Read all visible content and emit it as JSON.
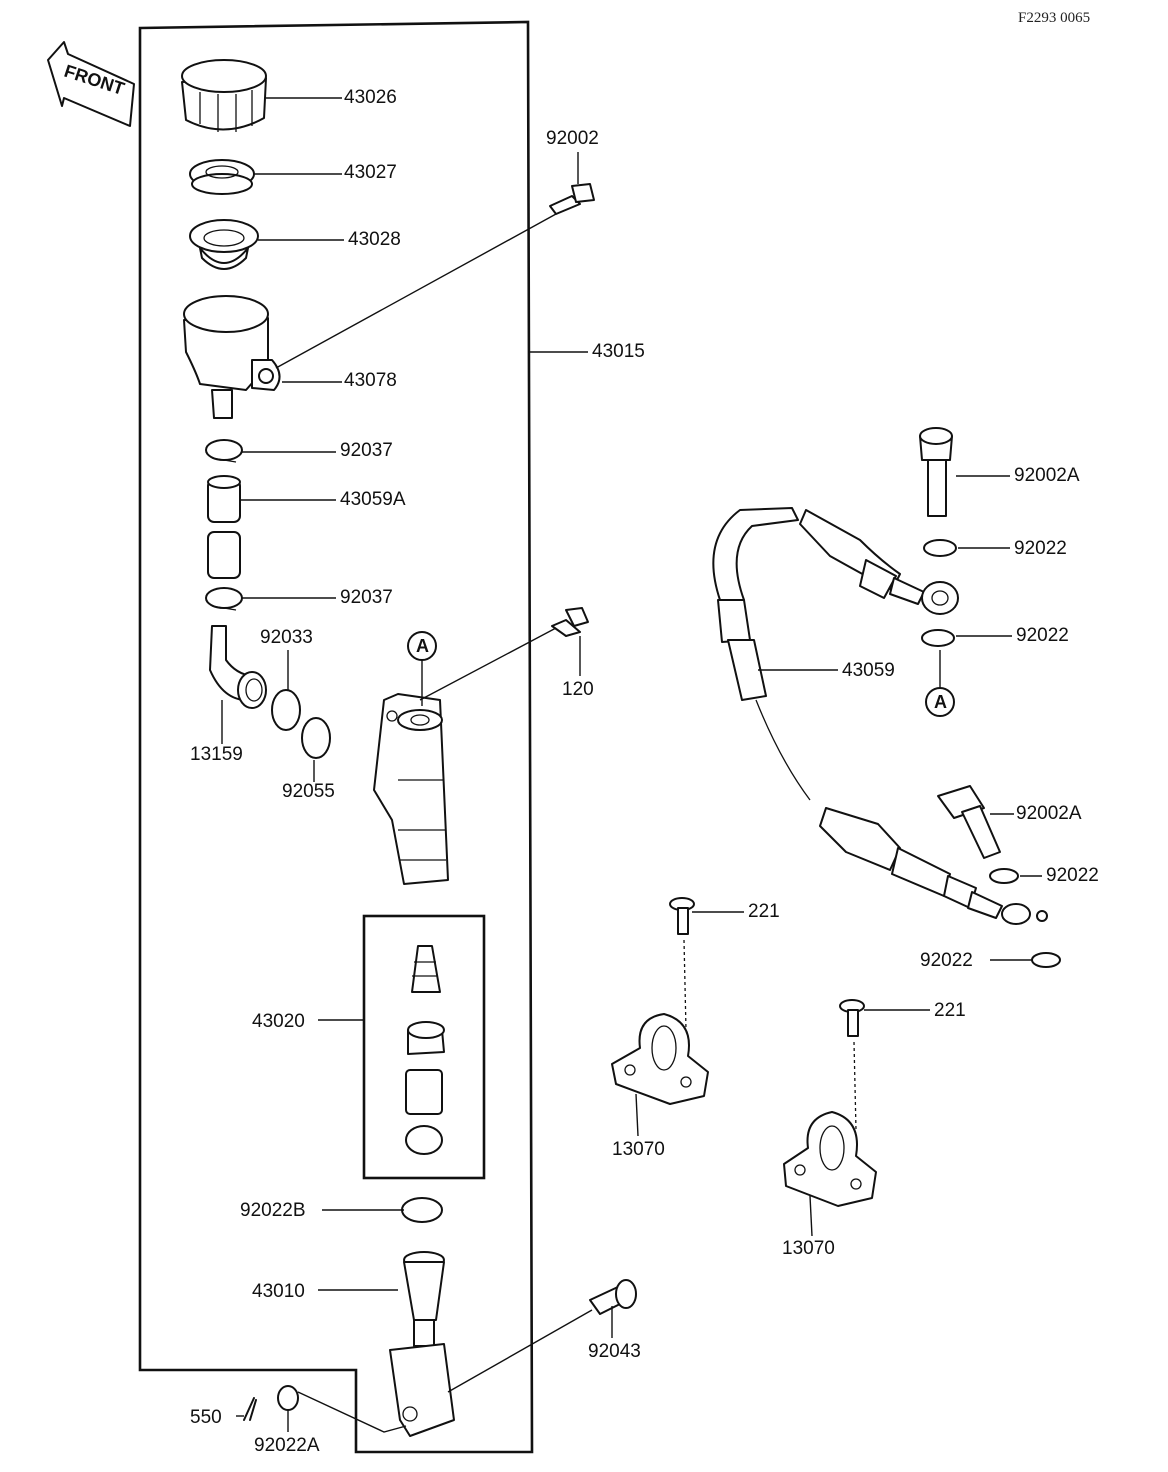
{
  "drawing_code": "F2293 0065",
  "front_label": "FRONT",
  "callout_letter": "A",
  "labels": [
    "43026",
    "43027",
    "43028",
    "92002",
    "43015",
    "43078",
    "92037",
    "43059A",
    "92037",
    "92033",
    "120",
    "13159",
    "92055",
    "92002A",
    "92022",
    "92022",
    "43059",
    "92002A",
    "92022",
    "221",
    "92022",
    "221",
    "43020",
    "13070",
    "13070",
    "92022B",
    "43010",
    "92043",
    "550",
    "92022A"
  ]
}
